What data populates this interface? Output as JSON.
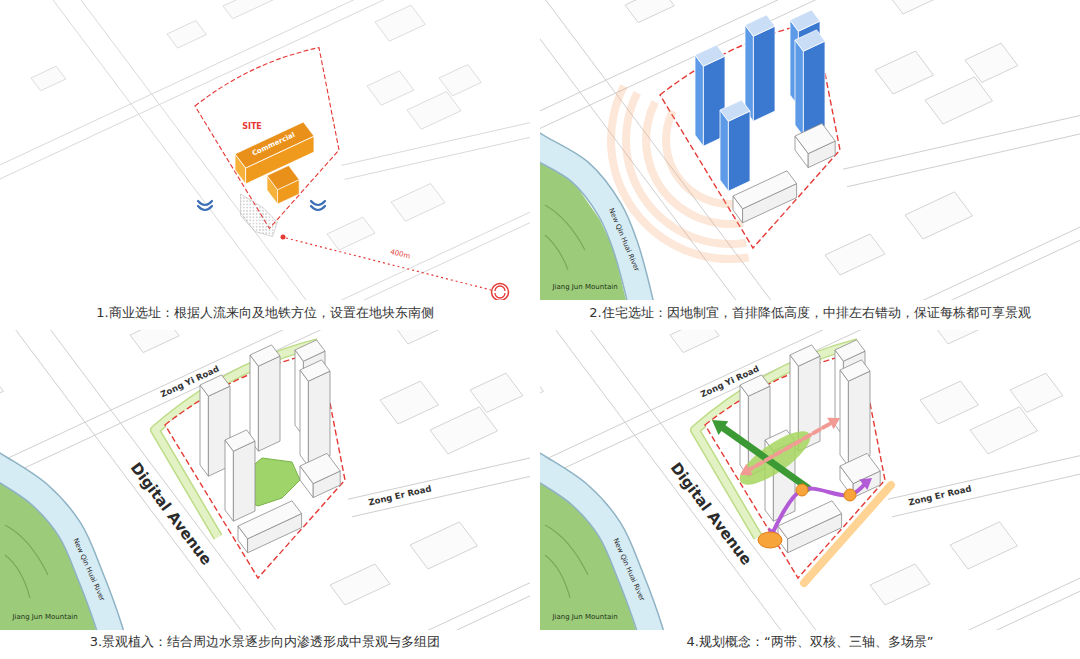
{
  "diagram": {
    "nodes": [
      {
        "text": [
          "Commercial"
        ]
      }
    ],
    "labels": [
      "SITE",
      "400m",
      "1.商业选址：根据人流来向及地铁方位，设置在地块东南侧",
      "2.住宅选址：因地制宜，首排降低高度，中排左右错动，保证每栋都可享景观",
      "New Qin Huai River",
      "Jiang Jun Mountain",
      "Zong Yi Road",
      "Digital Avenue",
      "Zong Er Road",
      "New Qin Huai River",
      "Jiang Jun Mountain",
      "3.景观植入：结合周边水景逐步向内渗透形成中景观与多组团",
      "Zong Yi Road",
      "Digital Avenue",
      "Zong Er Road",
      "New Qin Huai River",
      "Jiang Jun Mountain",
      "4.规划概念：“两带、双核、三轴、多场景”"
    ]
  }
}
